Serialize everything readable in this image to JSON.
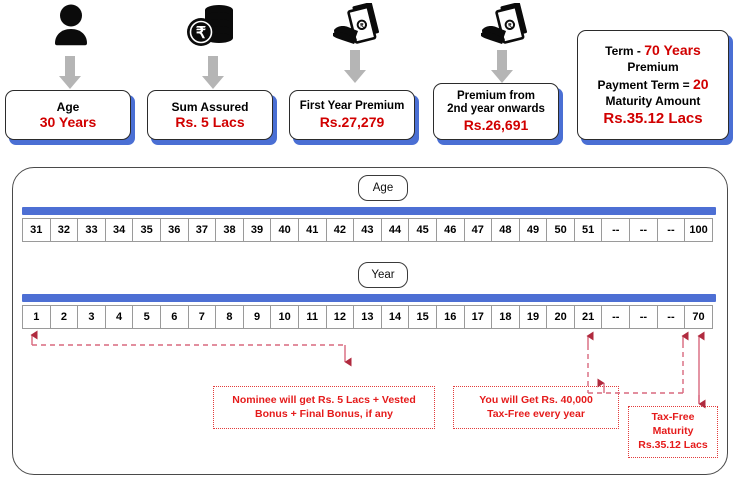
{
  "top_row": {
    "icons": [
      {
        "name": "person-icon",
        "label": "person"
      },
      {
        "name": "rupee-coins-icon",
        "label": "rupee-coin-stack"
      },
      {
        "name": "hand-cash-icon",
        "label": "hand-holding-banknotes"
      },
      {
        "name": "hand-cash-icon-2",
        "label": "hand-holding-banknotes"
      }
    ],
    "cards": [
      {
        "name": "age-card",
        "lines": [
          {
            "text": "Age",
            "color": "black"
          },
          {
            "text": "30 Years",
            "color": "red"
          }
        ]
      },
      {
        "name": "sum-assured-card",
        "lines": [
          {
            "text": "Sum Assured",
            "color": "black"
          },
          {
            "text": "Rs. 5  Lacs",
            "color": "red"
          }
        ]
      },
      {
        "name": "first-year-premium-card",
        "lines": [
          {
            "text": "First Year Premium",
            "color": "black"
          },
          {
            "text": "Rs.27,279",
            "color": "red"
          }
        ]
      },
      {
        "name": "premium-2nd-year-card",
        "lines": [
          {
            "text": "Premium from",
            "color": "black"
          },
          {
            "text": "2nd year onwards",
            "color": "black"
          },
          {
            "text": "Rs.26,691",
            "color": "red"
          }
        ]
      },
      {
        "name": "term-maturity-card",
        "lines": [
          {
            "text": "Term  - ",
            "color": "black",
            "tail": "70 Years",
            "tail_color": "red"
          },
          {
            "text": "Premium",
            "color": "black"
          },
          {
            "text": "Payment Term = ",
            "color": "black",
            "tail": "20",
            "tail_color": "red"
          },
          {
            "text": "Maturity Amount",
            "color": "black"
          },
          {
            "text": "Rs.35.12 Lacs",
            "color": "red"
          }
        ]
      }
    ]
  },
  "panel": {
    "age_pill_label": "Age",
    "year_pill_label": "Year",
    "age_cells": [
      "31",
      "32",
      "33",
      "34",
      "35",
      "36",
      "37",
      "38",
      "39",
      "40",
      "41",
      "42",
      "43",
      "44",
      "45",
      "46",
      "47",
      "48",
      "49",
      "50",
      "51",
      "--",
      "--",
      "--",
      "100"
    ],
    "year_cells": [
      "1",
      "2",
      "3",
      "4",
      "5",
      "6",
      "7",
      "8",
      "9",
      "10",
      "11",
      "12",
      "13",
      "14",
      "15",
      "16",
      "17",
      "18",
      "19",
      "20",
      "21",
      "--",
      "--",
      "--",
      "70"
    ],
    "notes": [
      {
        "name": "nominee-note",
        "lines": [
          "Nominee will get Rs. 5 Lacs + Vested",
          "Bonus + Final Bonus, if any"
        ]
      },
      {
        "name": "annual-payout-note",
        "lines": [
          "You will Get Rs. 40,000",
          "Tax-Free every year"
        ]
      },
      {
        "name": "maturity-note",
        "lines": [
          "Tax-Free",
          "Maturity",
          "Rs.35.12 Lacs"
        ]
      }
    ]
  },
  "colors": {
    "accent_blue": "#4d6fd4",
    "value_red": "#d10000",
    "note_red": "#e51b1b",
    "arrow_grey": "#b0b0b0",
    "connector_red": "#c9415a"
  }
}
